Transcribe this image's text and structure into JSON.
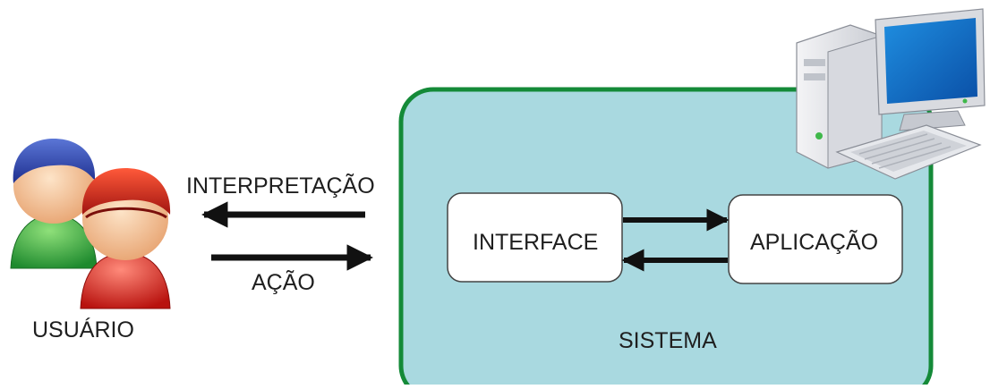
{
  "user": {
    "label": "USUÁRIO"
  },
  "flows": {
    "interpretation_label": "INTERPRETAÇÃO",
    "action_label": "AÇÃO"
  },
  "system": {
    "label": "SISTEMA",
    "interface_label": "INTERFACE",
    "application_label": "APLICAÇÃO"
  },
  "colors": {
    "system_fill": "#a9d9e0",
    "system_stroke": "#148a38",
    "box_fill": "#ffffff",
    "box_stroke": "#444444",
    "arrow": "#111111",
    "user1_shirt": "#3fb84a",
    "user2_shirt": "#e02a24"
  },
  "icons": [
    "users-icon",
    "computer-icon"
  ]
}
